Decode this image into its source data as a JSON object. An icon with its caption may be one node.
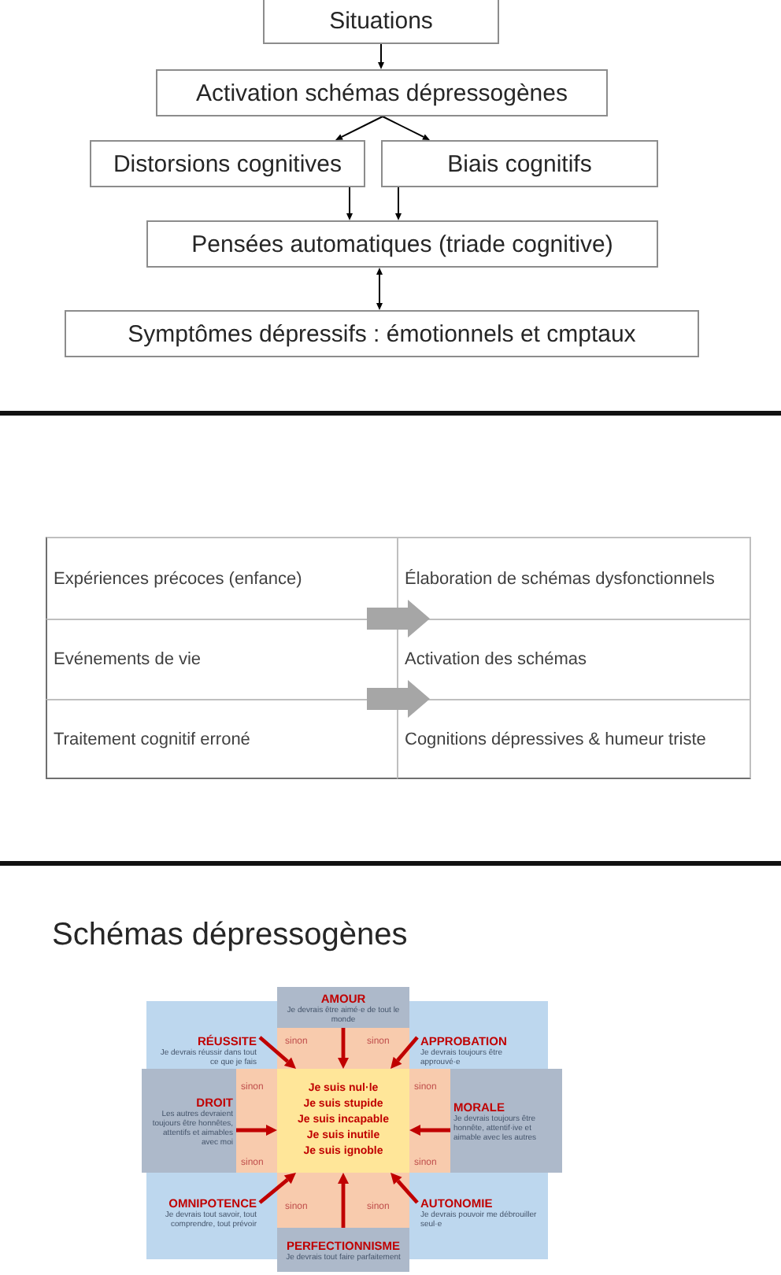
{
  "diagram": {
    "nodes": [
      {
        "text": [
          "Situations"
        ]
      },
      {
        "text": [
          "Activation schémas dépressogènes"
        ]
      },
      {
        "text": [
          "Distorsions cognitives"
        ]
      },
      {
        "text": [
          "Biais cognitifs"
        ]
      },
      {
        "text": [
          "Pensées automatiques (triade cognitive)"
        ]
      },
      {
        "text": [
          "Symptômes dépressifs : émotionnels et cmptaux"
        ]
      },
      {
        "text": [
          "AMOUR",
          "Je devrais être aimé·e de tout le monde"
        ]
      },
      {
        "text": [
          "RÉUSSITE",
          "Je devrais réussir dans tout ce que je fais"
        ]
      },
      {
        "text": [
          "APPROBATION",
          "Je devrais toujours être approuvé·e"
        ]
      },
      {
        "text": [
          "DROIT",
          "Les autres devraient toujours être honnêtes, attentifs et aimables avec moi"
        ]
      },
      {
        "text": [
          "Je suis nul·le",
          "Je suis stupide",
          "Je suis incapable",
          "Je suis inutile",
          "Je suis ignoble"
        ]
      },
      {
        "text": [
          "MORALE",
          "Je devrais toujours être honnête, attentif·ive et aimable avec les autres"
        ]
      },
      {
        "text": [
          "OMNIPOTENCE",
          "Je devrais tout savoir, tout comprendre, tout prévoir"
        ]
      },
      {
        "text": [
          "AUTONOMIE",
          "Je devrais pouvoir me débrouiller seul·e"
        ]
      },
      {
        "text": [
          "PERFECTIONNISME",
          "Je devrais tout faire parfaitement"
        ]
      }
    ],
    "edges": [
      {
        "from": 0,
        "to": 1,
        "arrow": "to",
        "color": "#000000"
      },
      {
        "from": 1,
        "to": 2,
        "arrow": "to",
        "color": "#000000"
      },
      {
        "from": 1,
        "to": 3,
        "arrow": "to",
        "color": "#000000"
      },
      {
        "from": 2,
        "to": 4,
        "arrow": "to",
        "color": "#000000"
      },
      {
        "from": 3,
        "to": 4,
        "arrow": "to",
        "color": "#000000"
      },
      {
        "from": 4,
        "to": 5,
        "arrow": "both",
        "color": "#000000"
      },
      {
        "from": 6,
        "to": 10,
        "arrow": "to",
        "color": "#c00000"
      },
      {
        "from": 7,
        "to": 10,
        "arrow": "to",
        "color": "#c00000"
      },
      {
        "from": 8,
        "to": 10,
        "arrow": "to",
        "color": "#c00000"
      },
      {
        "from": 9,
        "to": 10,
        "arrow": "to",
        "color": "#c00000"
      },
      {
        "from": 11,
        "to": 10,
        "arrow": "to",
        "color": "#c00000"
      },
      {
        "from": 12,
        "to": 10,
        "arrow": "to",
        "color": "#c00000"
      },
      {
        "from": 13,
        "to": 10,
        "arrow": "to",
        "color": "#c00000"
      },
      {
        "from": 14,
        "to": 10,
        "arrow": "to",
        "color": "#c00000"
      }
    ],
    "labels": [
      "Expériences précoces (enfance)",
      "Élaboration de schémas dysfonctionnels",
      "Evénements de vie",
      "Activation des schémas",
      "Traitement cognitif erroné",
      "Cognitions dépressives & humeur triste",
      "Schémas dépressogènes",
      "sinon",
      "sinon",
      "sinon",
      "sinon",
      "sinon",
      "sinon",
      "sinon",
      "sinon"
    ]
  }
}
